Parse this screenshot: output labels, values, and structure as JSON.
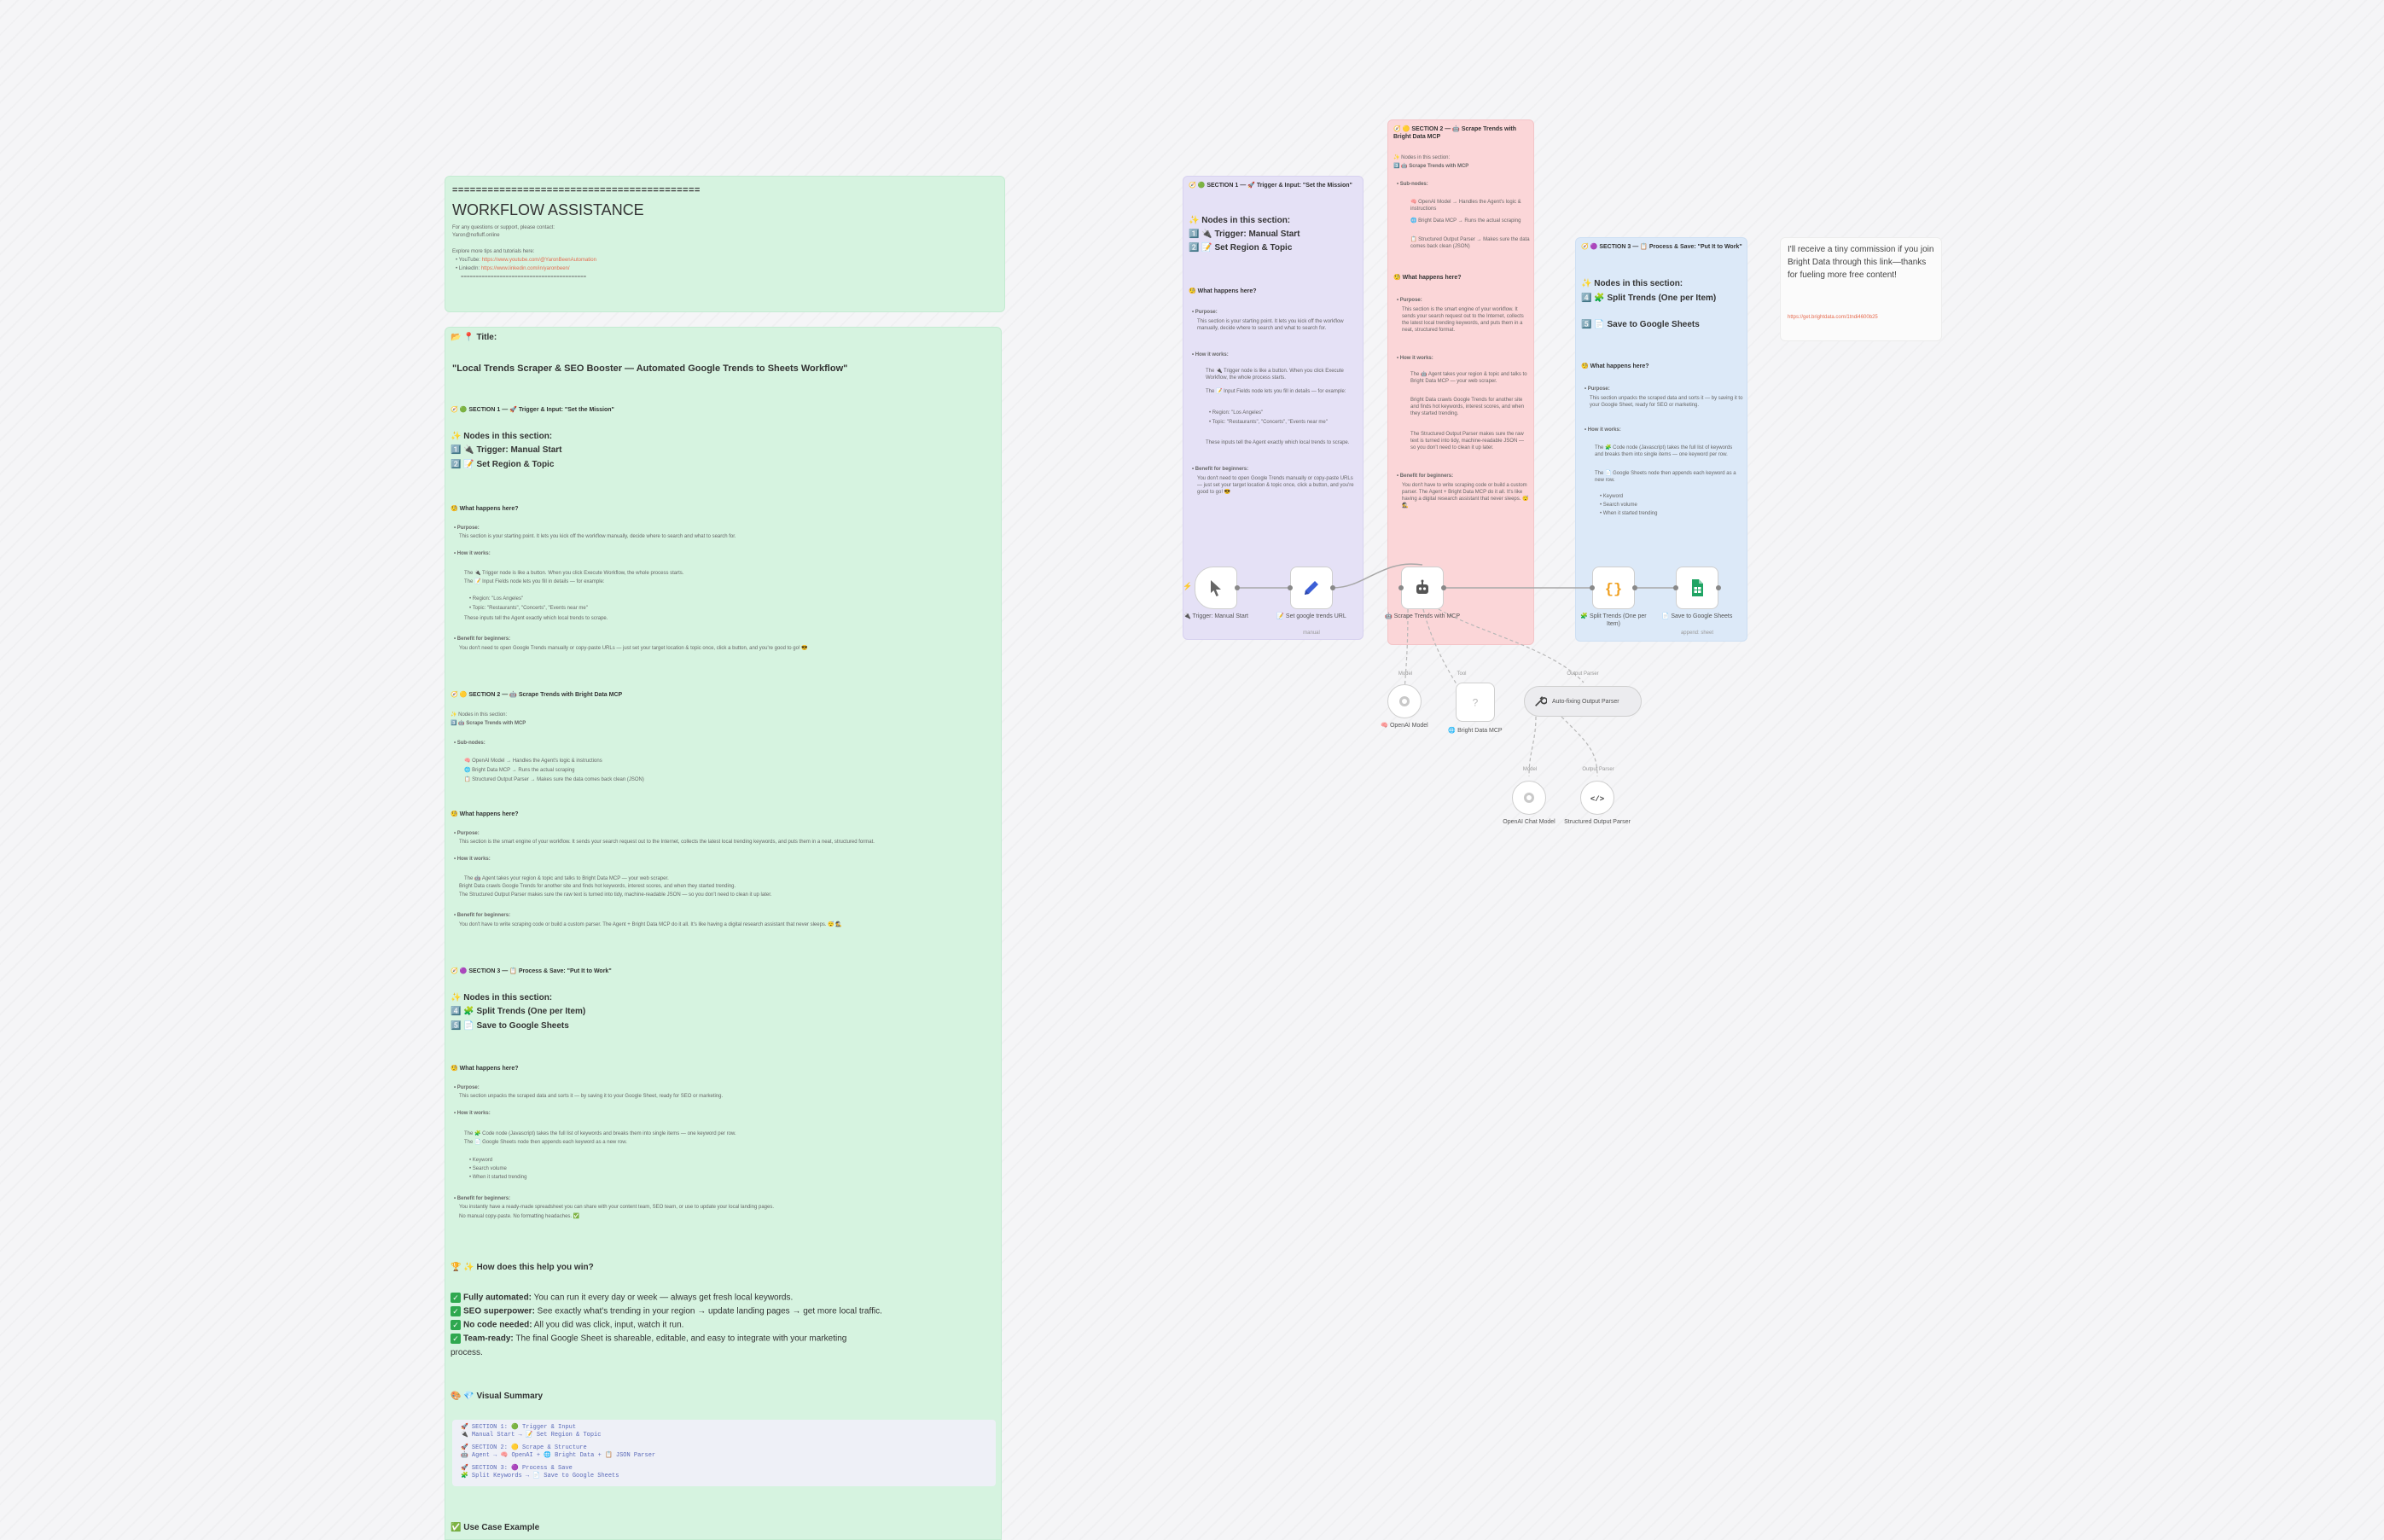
{
  "assist": {
    "rule": "==========================================",
    "title": "WORKFLOW ASSISTANCE",
    "contact_line": "For any questions or support, please contact:",
    "email": "Yaron@nofluff.online",
    "explore": "Explore more tips and tutorials here:",
    "youtube_label": "YouTube:",
    "youtube_url": "https://www.youtube.com/@YaronBeenAutomation",
    "linkedin_label": "LinkedIn:",
    "linkedin_url": "https://www.linkedin.com/in/yaronbeen/",
    "rule2": "=========================================="
  },
  "doc": {
    "title_heading": "📂 📍 Title:",
    "title_text": "\"Local Trends Scraper & SEO Booster — Automated Google Trends to Sheets Workflow\"",
    "s1_heading": "🧭 🟢 SECTION 1 — 🚀 Trigger & Input: \"Set the Mission\"",
    "nodes_heading": "✨ Nodes in this section:",
    "s1_node1": "1️⃣ 🔌 Trigger: Manual Start",
    "s1_node2": "2️⃣ 📝 Set Region & Topic",
    "what_happens": "🧐 What happens here?",
    "purpose": "• Purpose:",
    "s1_purpose_text": "This section is your starting point. It lets you kick off the workflow manually, decide where to search and what to search for.",
    "how_it_works": "• How it works:",
    "s1_how1": "The 🔌 Trigger node is like a button. When you click Execute Workflow, the whole process starts.",
    "s1_how2": "The 📝 Input Fields node lets you fill in details — for example:",
    "s1_ex1": "• Region: \"Los Angeles\"",
    "s1_ex2": "• Topic: \"Restaurants\", \"Concerts\", \"Events near me\"",
    "s1_how3": "These inputs tell the Agent exactly which local trends to scrape.",
    "benefit": "• Benefit for beginners:",
    "s1_benefit": "You don't need to open Google Trends manually or copy-paste URLs — just set your target location & topic once, click a button, and you're good to go! 😎",
    "s2_heading": "🧭 🟡 SECTION 2 — 🤖 Scrape Trends with Bright Data MCP",
    "s2_nodes": "✨ Nodes in this section:",
    "s2_node1": "3️⃣ 🤖 Scrape Trends with MCP",
    "sub_nodes": "• Sub-nodes:",
    "s2_sub1": "🧠 OpenAI Model → Handles the Agent's logic & instructions",
    "s2_sub2": "🌐 Bright Data MCP → Runs the actual scraping",
    "s2_sub3": "📋 Structured Output Parser → Makes sure the data comes back clean (JSON)",
    "s2_purpose_text": "This section is the smart engine of your workflow. It sends your search request out to the Internet, collects the latest local trending keywords, and puts them in a neat, structured format.",
    "s2_how1": "The 🤖 Agent takes your region & topic and talks to Bright Data MCP — your web scraper.",
    "s2_how2": "Bright Data crawls Google Trends for another site and finds hot keywords, interest scores, and when they started trending.",
    "s2_how3": "The Structured Output Parser makes sure the raw text is turned into tidy, machine-readable JSON — so you don't need to clean it up later.",
    "s2_benefit": "You don't have to write scraping code or build a custom parser. The Agent + Bright Data MCP do it all. It's like having a digital research assistant that never sleeps. 😴 🕵️",
    "s3_heading": "🧭 🟣 SECTION 3 — 📋 Process & Save: \"Put It to Work\"",
    "s3_node1": "4️⃣ 🧩 Split Trends (One per Item)",
    "s3_node2": "5️⃣ 📄 Save to Google Sheets",
    "s3_purpose_text": "This section unpacks the scraped data and sorts it — by saving it to your Google Sheet, ready for SEO or marketing.",
    "s3_how1": "The 🧩 Code node (Javascript) takes the full list of keywords and breaks them into single items — one keyword per row.",
    "s3_how2": "The 📄 Google Sheets node then appends each keyword as a new row.",
    "s3_ex1": "• Keyword",
    "s3_ex2": "• Search volume",
    "s3_ex3": "• When it started trending",
    "s3_benefit1": "You instantly have a ready-made spreadsheet you can share with your content team, SEO team, or use to update your local landing pages.",
    "s3_benefit2": "No manual copy-paste. No formatting headaches. ✅",
    "win_heading": "🏆 ✨ How does this help you win?",
    "win1_b": "Fully automated:",
    "win1": " You can run it every day or week — always get fresh local keywords.",
    "win2_b": "SEO superpower:",
    "win2": " See exactly what's trending in your region → update landing pages → get more local traffic.",
    "win3_b": "No code needed:",
    "win3": " All you did was click, input, watch it run.",
    "win4_b": "Team-ready:",
    "win4": " The final Google Sheet is shareable, editable, and easy to integrate with your marketing",
    "win4_cont": "process.",
    "visual_heading": "🎨 💎 Visual Summary",
    "vs1": "🚀 SECTION 1: 🟢 Trigger & Input",
    "vs2": "  🔌 Manual Start → 📝 Set Region & Topic",
    "vs3": "🚀 SECTION 2: 🟡 Scrape & Structure",
    "vs4": "  🤖 Agent → 🧠 OpenAI + 🌐 Bright Data + 📋 JSON Parser",
    "vs5": "🚀 SECTION 3: 🟣 Process & Save",
    "vs6": "  🧩 Split Keywords → 📄 Save to Google Sheets",
    "use_case": "✅ Use Case Example"
  },
  "s1note": {
    "heading": "🧭 🟢 SECTION 1 — 🚀 Trigger & Input: \"Set the Mission\"",
    "nodes": "✨ Nodes in this section:",
    "n1": "1️⃣ 🔌 Trigger: Manual Start",
    "n2": "2️⃣ 📝 Set Region & Topic",
    "what": "🧐 What happens here?",
    "purpose": "• Purpose:",
    "purpose_text": "This section is your starting point. It lets you kick off the workflow manually, decide where to search and what to search for.",
    "how": "• How it works:",
    "how1": "The 🔌 Trigger node is like a button. When you click Execute Workflow, the whole process starts.",
    "how2": "The 📝 Input Fields node lets you fill in details — for example:",
    "ex1": "• Region: \"Los Angeles\"",
    "ex2": "• Topic: \"Restaurants\", \"Concerts\", \"Events near me\"",
    "how3": "These inputs tell the Agent exactly which local trends to scrape.",
    "benefit": "• Benefit for beginners:",
    "benefit_text": "You don't need to open Google Trends manually or copy-paste URLs — just set your target location & topic once, click a button, and you're good to go! 😎"
  },
  "s2note": {
    "heading": "🧭 🟡 SECTION 2 — 🤖 Scrape Trends with Bright Data MCP",
    "nodes": "✨ Nodes in this section:",
    "n1": "3️⃣ 🤖 Scrape Trends with MCP",
    "sub": "• Sub-nodes:",
    "sub1": "🧠 OpenAI Model → Handles the Agent's logic & instructions",
    "sub2": "🌐 Bright Data MCP → Runs the actual scraping",
    "sub3": "📋 Structured Output Parser → Makes sure the data comes back clean (JSON)",
    "what": "🧐 What happens here?",
    "purpose": "• Purpose:",
    "purpose_text": "This section is the smart engine of your workflow. It sends your search request out to the Internet, collects the latest local trending keywords, and puts them in a neat, structured format.",
    "how": "• How it works:",
    "how1": "The 🤖 Agent takes your region & topic and talks to Bright Data MCP — your web scraper.",
    "how2": "Bright Data crawls Google Trends for another site and finds hot keywords, interest scores, and when they started trending.",
    "how3": "The Structured Output Parser makes sure the raw text is turned into tidy, machine-readable JSON — so you don't need to clean it up later.",
    "benefit": "• Benefit for beginners:",
    "benefit_text": "You don't have to write scraping code or build a custom parser. The Agent + Bright Data MCP do it all. It's like having a digital research assistant that never sleeps. 😴 🕵️"
  },
  "s3note": {
    "heading": "🧭 🟣 SECTION 3 — 📋 Process & Save: \"Put It to Work\"",
    "nodes": "✨ Nodes in this section:",
    "n1": "4️⃣ 🧩 Split Trends (One per Item)",
    "n2": "5️⃣ 📄 Save to Google Sheets",
    "what": "🧐 What happens here?",
    "purpose": "• Purpose:",
    "purpose_text": "This section unpacks the scraped data and sorts it — by saving it to your Google Sheet, ready for SEO or marketing.",
    "how": "• How it works:",
    "how1": "The 🧩 Code node (Javascript) takes the full list of keywords and breaks them into single items — one keyword per row.",
    "how2": "The 📄 Google Sheets node then appends each keyword as a new row.",
    "ex1": "• Keyword",
    "ex2": "• Search volume",
    "ex3": "• When it started trending"
  },
  "commission": {
    "text": "I'll receive a tiny commission if you join Bright Data through this link—thanks for fueling more free content!",
    "url": "https://get.brightdata.com/1tndi4600b25"
  },
  "nodes": {
    "trigger": "🔌 Trigger: Manual Start",
    "set": "📝 Set google trends URL",
    "set_sub": "manual",
    "agent": "🤖 Scrape Trends with MCP",
    "split": "🧩 Split Trends (One per Item)",
    "sheets": "📄 Save to Google Sheets",
    "sheets_sub": "append: sheet",
    "openai": "🧠 OpenAI Model",
    "brightdata": "🌐 Bright Data MCP",
    "autofix": "Auto-fixing Output Parser",
    "openai_chat": "OpenAI Chat Model",
    "structured": "Structured Output Parser",
    "port_model": "Model",
    "port_tool": "Tool",
    "port_parser": "Output Parser",
    "port_model2": "Model",
    "port_parser2": "Output Parser"
  }
}
